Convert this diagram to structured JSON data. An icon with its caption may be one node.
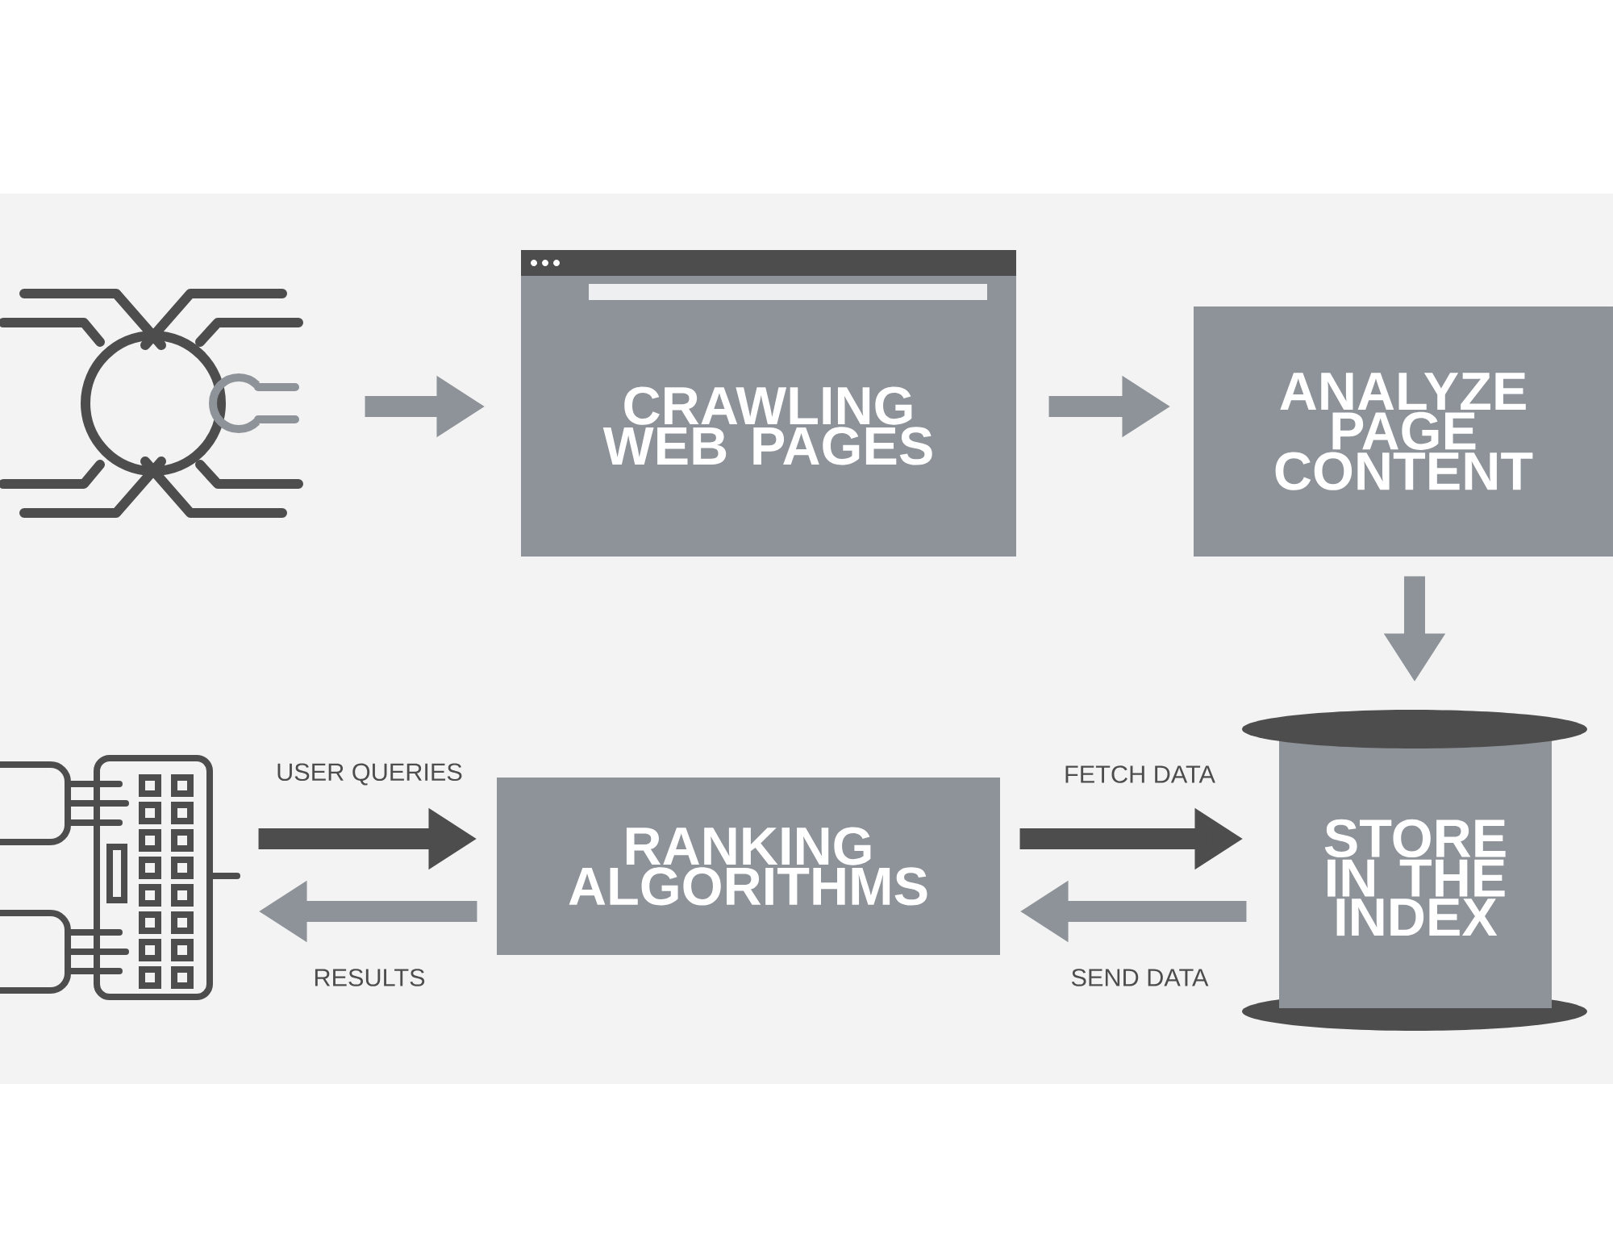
{
  "diagram": {
    "nodes": [
      {
        "text": [],
        "shape": "picture"
      },
      {
        "text": [
          "CRAWLING WEB PAGES"
        ]
      },
      {
        "text": [
          "ANALYZE PAGE CONTENT"
        ]
      },
      {
        "text": [
          "STORE IN THE INDEX"
        ]
      },
      {
        "text": [
          "RANKING ALGORITHMS"
        ]
      },
      {
        "text": [],
        "shape": "picture"
      }
    ],
    "edges": [
      {
        "from": 0,
        "to": 1,
        "arrow": "to"
      },
      {
        "from": 1,
        "to": 2,
        "arrow": "to"
      },
      {
        "from": 2,
        "to": 3,
        "arrow": "to"
      },
      {
        "from": 5,
        "to": 4,
        "arrow": "to",
        "label": "USER QUERIES",
        "color": "#4d4d4d"
      },
      {
        "from": 4,
        "to": 5,
        "arrow": "to",
        "label": "RESULTS"
      },
      {
        "from": 4,
        "to": 3,
        "arrow": "to",
        "label": "FETCH DATA",
        "color": "#4d4d4d"
      },
      {
        "from": 3,
        "to": 4,
        "arrow": "to",
        "label": "SEND DATA"
      }
    ]
  }
}
